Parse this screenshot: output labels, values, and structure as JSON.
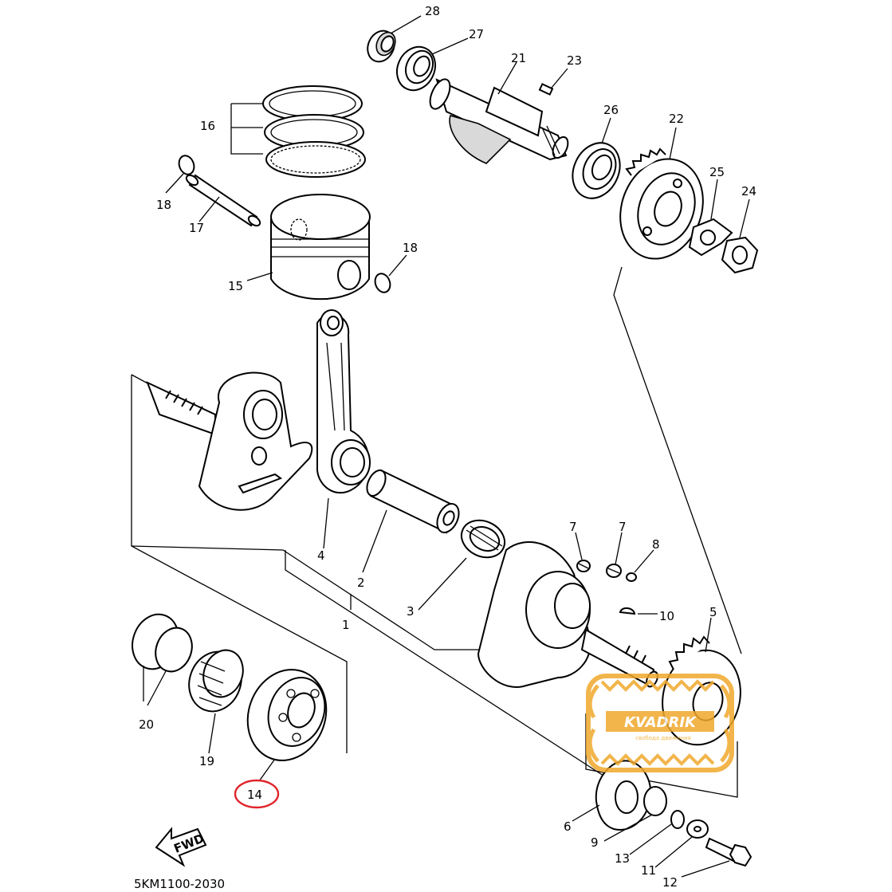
{
  "diagram": {
    "catalog_code": "5KM1100-2030",
    "fwd_label": "FWD",
    "highlight_color": "#e0242b",
    "watermark": {
      "text": "KVADRIK",
      "subtext": "свобода движения",
      "color": "#f0a92d"
    },
    "callouts": {
      "c1": "1",
      "c2": "2",
      "c3": "3",
      "c4": "4",
      "c5": "5",
      "c6": "6",
      "c7a": "7",
      "c7b": "7",
      "c8": "8",
      "c9": "9",
      "c10": "10",
      "c11": "11",
      "c12": "12",
      "c13": "13",
      "c14": "14",
      "c15": "15",
      "c16": "16",
      "c17": "17",
      "c18a": "18",
      "c18b": "18",
      "c19": "19",
      "c20": "20",
      "c21": "21",
      "c22": "22",
      "c23": "23",
      "c24": "24",
      "c25": "25",
      "c26": "26",
      "c27": "27",
      "c28": "28"
    }
  }
}
